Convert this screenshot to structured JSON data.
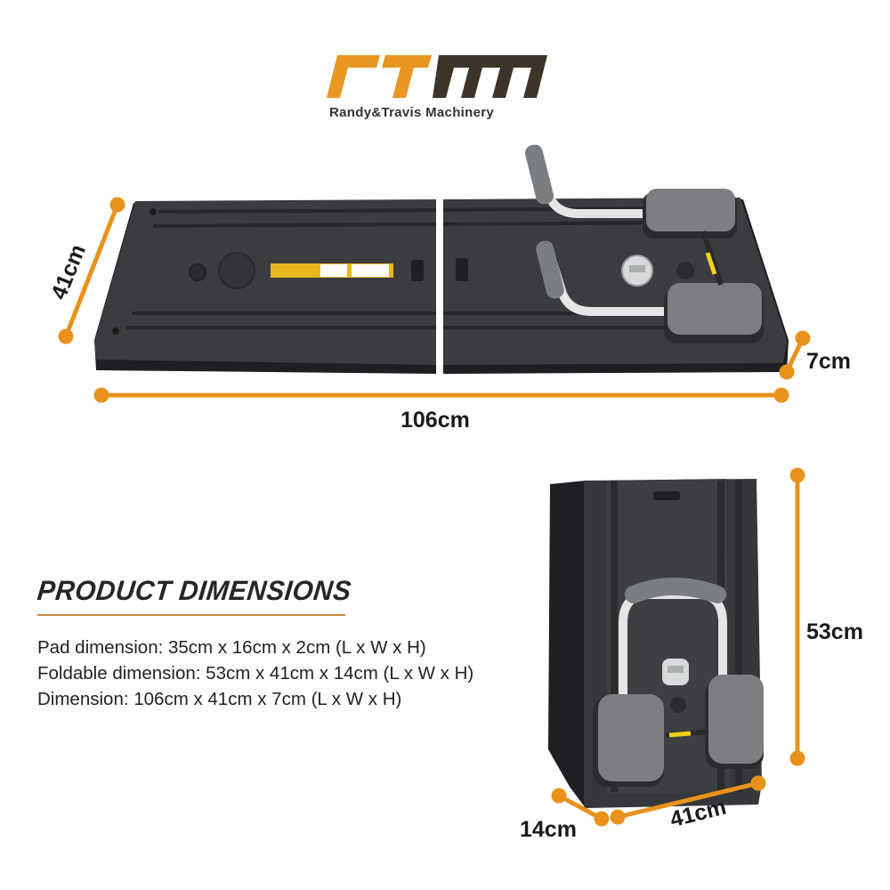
{
  "brand": {
    "logo_text": "rtm",
    "name": "Randy&Travis Machinery",
    "colors": {
      "orange": "#e89722",
      "dark": "#3b3629"
    }
  },
  "dimensions_unfolded": {
    "width_label": "41cm",
    "length_label": "106cm",
    "height_label": "7cm"
  },
  "dimensions_folded": {
    "height_label": "53cm",
    "depth_label": "14cm",
    "width_label": "41cm"
  },
  "specs": {
    "heading": "PRODUCT DIMENSIONS",
    "lines": [
      "Pad dimension: 35cm x 16cm x 2cm (L x W x H)",
      "Foldable dimension: 53cm x 41cm x 14cm (L x W x H)",
      "Dimension: 106cm x 41cm x 7cm (L x W x H)"
    ]
  },
  "accent_color": "#e8921c"
}
